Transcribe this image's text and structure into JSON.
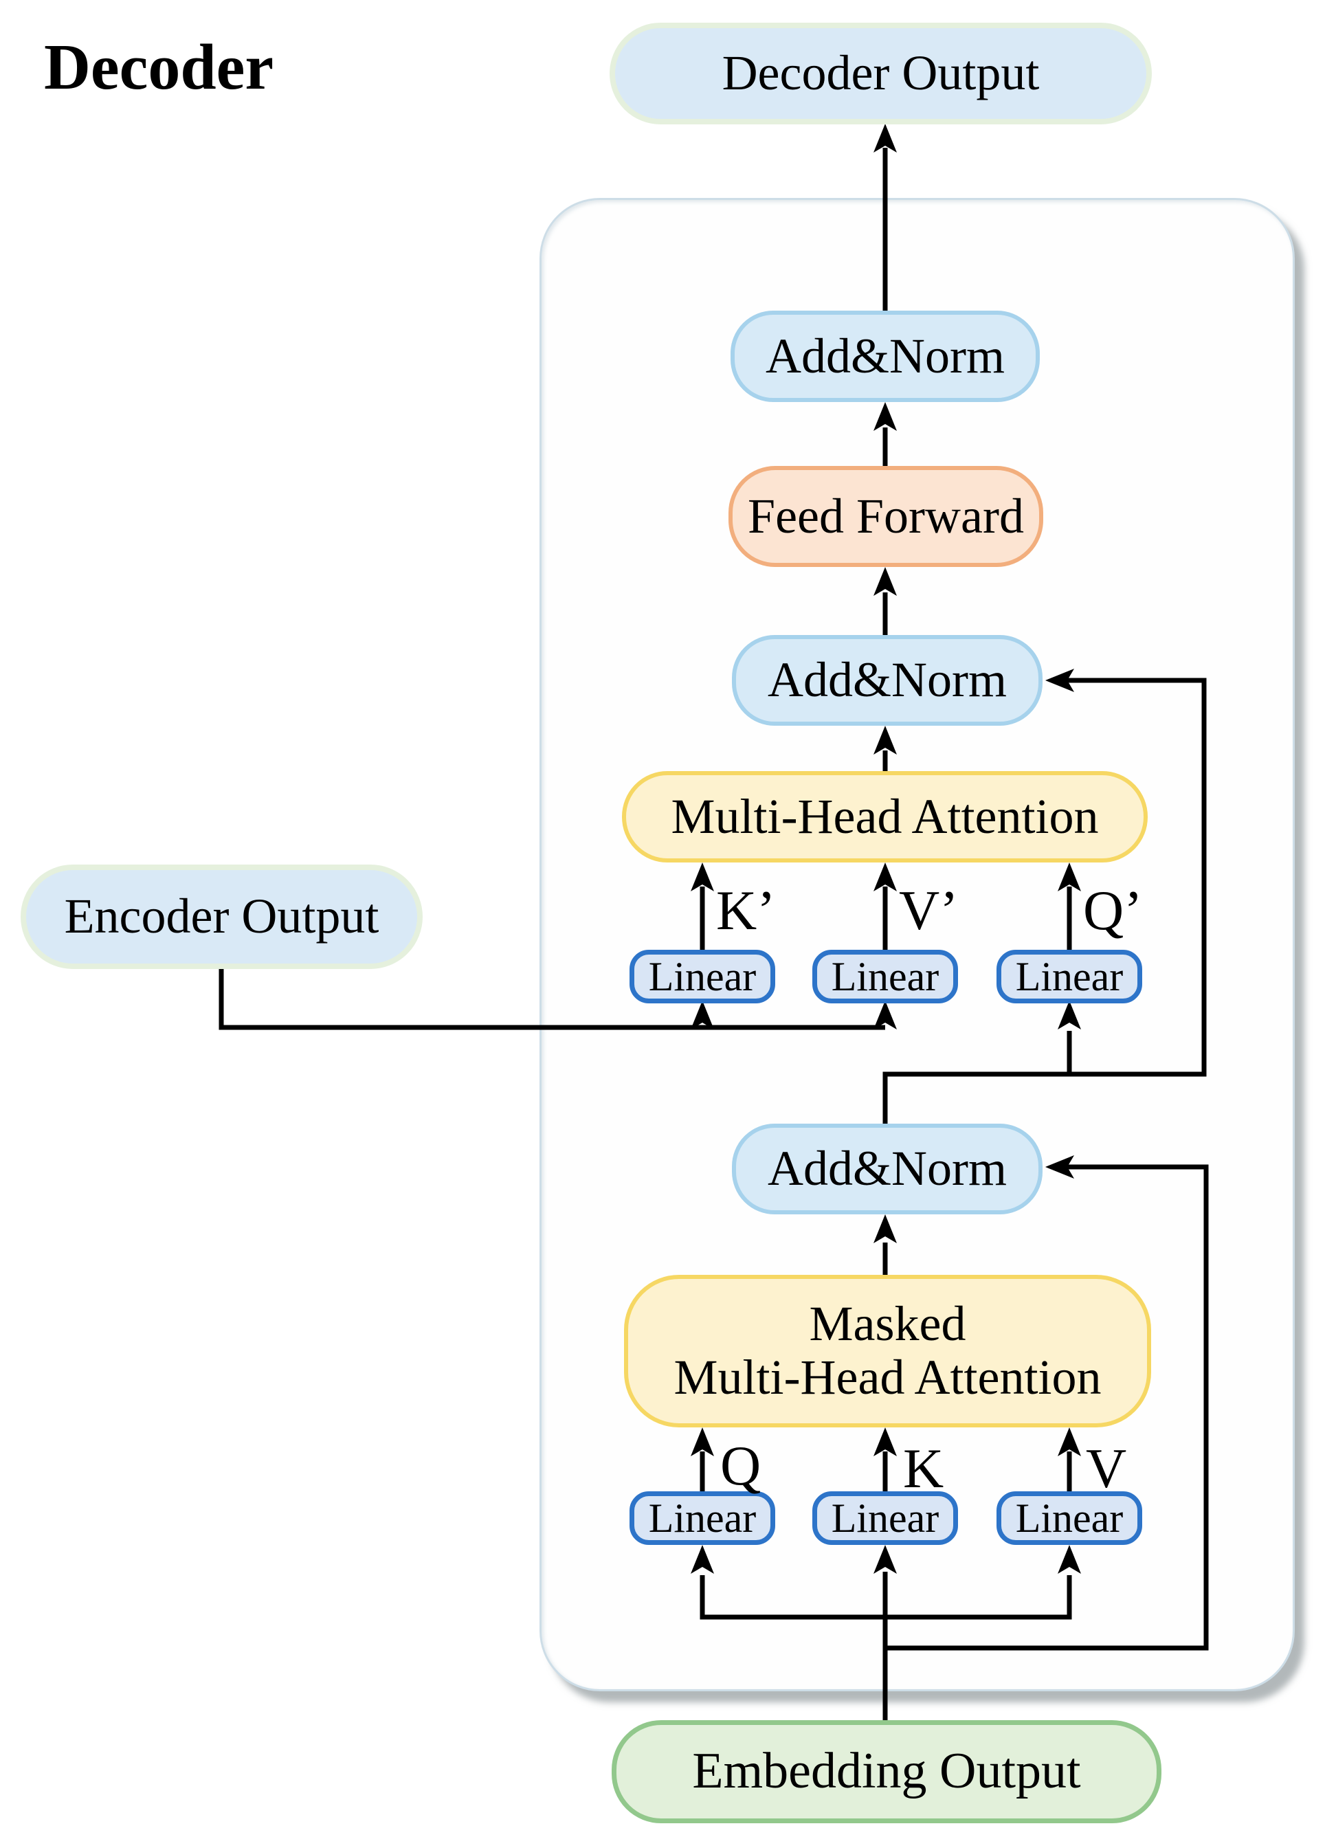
{
  "title": "Decoder",
  "nodes": {
    "decoder_output": "Decoder Output",
    "encoder_output": "Encoder Output",
    "embedding_output": "Embedding Output",
    "add_norm": "Add&Norm",
    "feed_forward": "Feed Forward",
    "multi_head_attention": "Multi-Head Attention",
    "masked_attention_line1": "Masked",
    "masked_attention_line2": "Multi-Head Attention",
    "linear": "Linear"
  },
  "ports": {
    "k_prime": "K’",
    "v_prime": "V’",
    "q_prime": "Q’",
    "q": "Q",
    "k": "K",
    "v": "V"
  },
  "colors": {
    "add_norm_fill": "#d7eaf7",
    "add_norm_border": "#a6d2ec",
    "io_pill_fill": "#d9e9f6",
    "io_pill_border": "#e5f0dd",
    "feed_forward_fill": "#fce4d2",
    "feed_forward_border": "#f2ae7d",
    "attention_fill": "#fdf2cf",
    "attention_border": "#f6d763",
    "linear_fill": "#d9e5f5",
    "linear_border": "#2d74c9",
    "embedding_fill": "#e2f0da",
    "embedding_border": "#92c88c",
    "wire": "#000000",
    "container_border": "#cddde7"
  }
}
